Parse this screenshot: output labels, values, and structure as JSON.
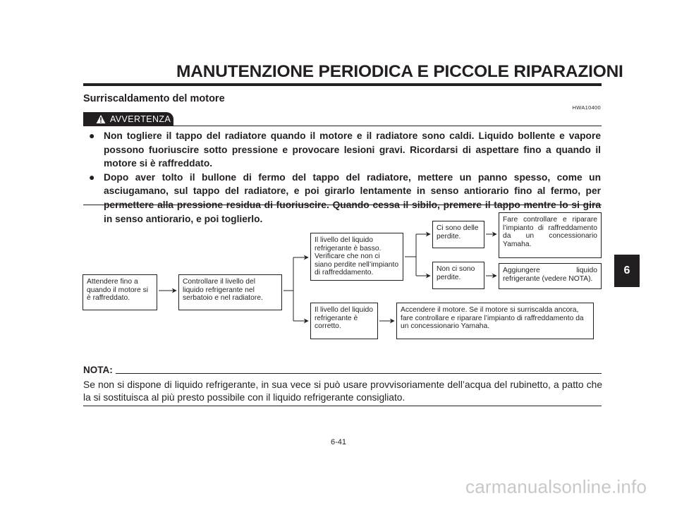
{
  "header": {
    "title": "MANUTENZIONE PERIODICA E PICCOLE RIPARAZIONI"
  },
  "section": {
    "title": "Surriscaldamento del motore",
    "code": "HWA10400"
  },
  "warning": {
    "label": "AVVERTENZA",
    "icon": "warning-triangle-icon",
    "bullets": [
      "Non togliere il tappo del radiatore quando il motore e il radiatore sono caldi. Liquido bollente e vapore possono fuoriuscire sotto pressione e provocare lesioni gravi. Ricordarsi di aspettare fino a quando il motore si è raffreddato.",
      "Dopo aver tolto il bullone di fermo del tappo del radiatore, mettere un panno spesso, come un asciugamano, sul tappo del radiatore, e poi girarlo lentamente in senso antiorario fino al fermo, per permettere alla pressione residua di fuoriuscire. Quando cessa il sibilo, premere il tappo mentre lo si gira in senso antiorario, e poi toglierlo."
    ]
  },
  "flowchart": {
    "wait": "Attendere fino a quando il motore si è raffreddato.",
    "check": "Controllare il livello del liquido refrigerante nel serbatoio e nel radiatore.",
    "low": "Il livello del liquido refrigerante è basso. Verificare che non ci siano perdite nell’impianto di raffreddamento.",
    "leaks": "Ci sono delle perdite.",
    "no_leaks": "Non ci sono perdite.",
    "dealer": "Fare controllare e riparare l’impianto di raffreddamento da un concessionario Yamaha.",
    "add": "Aggiungere liquido refrigerante (vedere NOTA).",
    "correct": "Il livello del liquido refrigerante è corretto.",
    "start": "Accendere il motore. Se il motore si surriscalda ancora, fare controllare e riparare l’impianto di raffreddamento da un concessionario Yamaha."
  },
  "note": {
    "label": "NOTA:",
    "text": "Se non si dispone di liquido refrigerante, in sua vece si può usare provvisoriamente dell’acqua del rubinetto, a patto che la si sostituisca al più presto possibile con il liquido refrigerante consigliato."
  },
  "side_tab": {
    "label": "6"
  },
  "footer": {
    "page_number": "6-41",
    "watermark": "carmanualsonline.info"
  }
}
